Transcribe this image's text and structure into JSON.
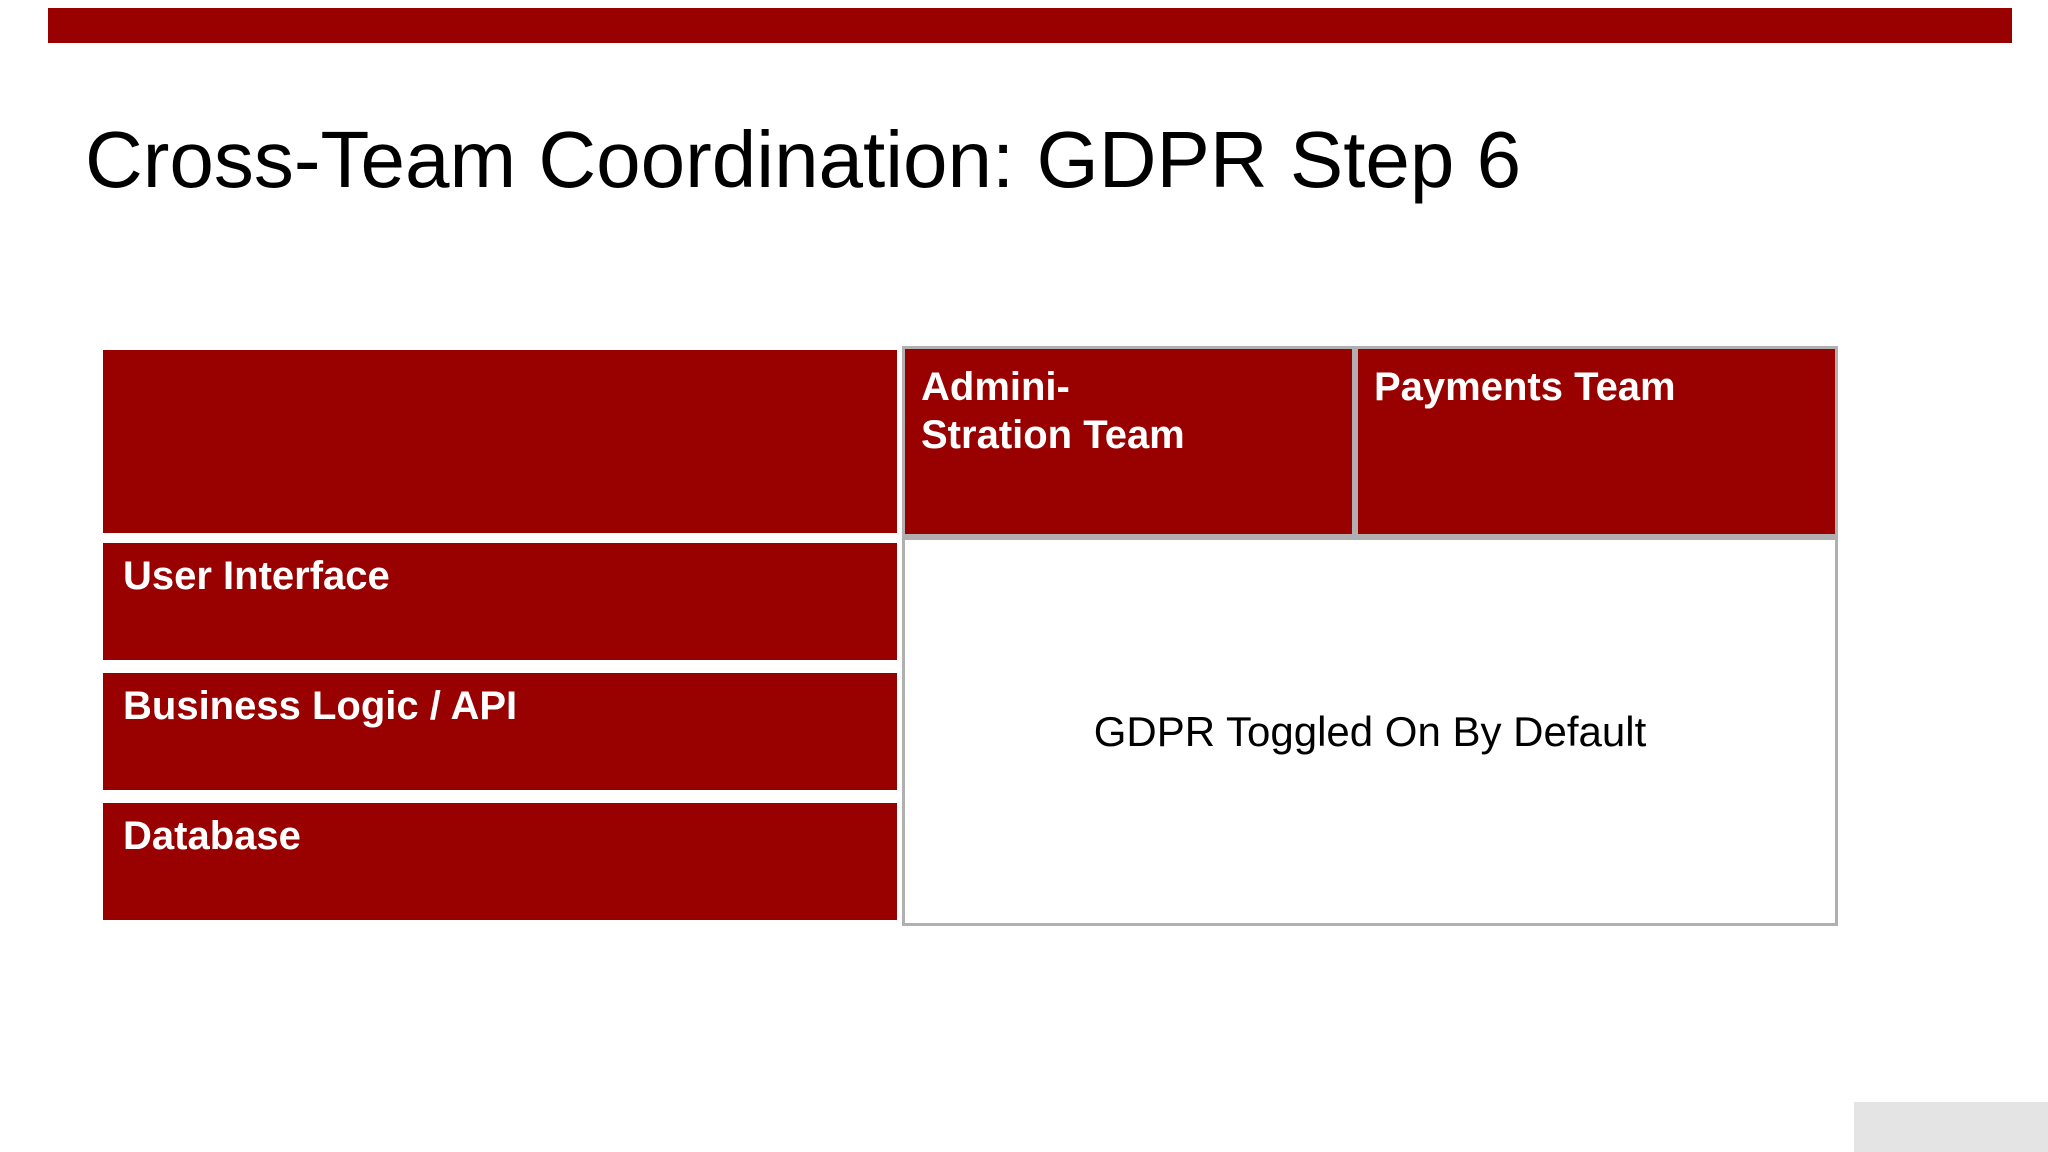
{
  "slide": {
    "title": "Cross-Team Coordination: GDPR Step 6",
    "colors": {
      "accent_red": "#990000",
      "table_header_fill": "#990000",
      "table_border_gray": "#b0b0b0",
      "corner_box_gray": "#e4e4e4",
      "background": "#ffffff",
      "title_text": "#000000",
      "header_text": "#ffffff",
      "body_text": "#000000"
    }
  },
  "table": {
    "column_headers": [
      {
        "line1": "Admini-",
        "line2": "Stration Team"
      },
      {
        "line1": "Payments Team",
        "line2": ""
      }
    ],
    "row_headers": [
      "User Interface",
      "Business Logic / API",
      "Database"
    ],
    "merged_cell_text": "GDPR Toggled On By Default"
  }
}
